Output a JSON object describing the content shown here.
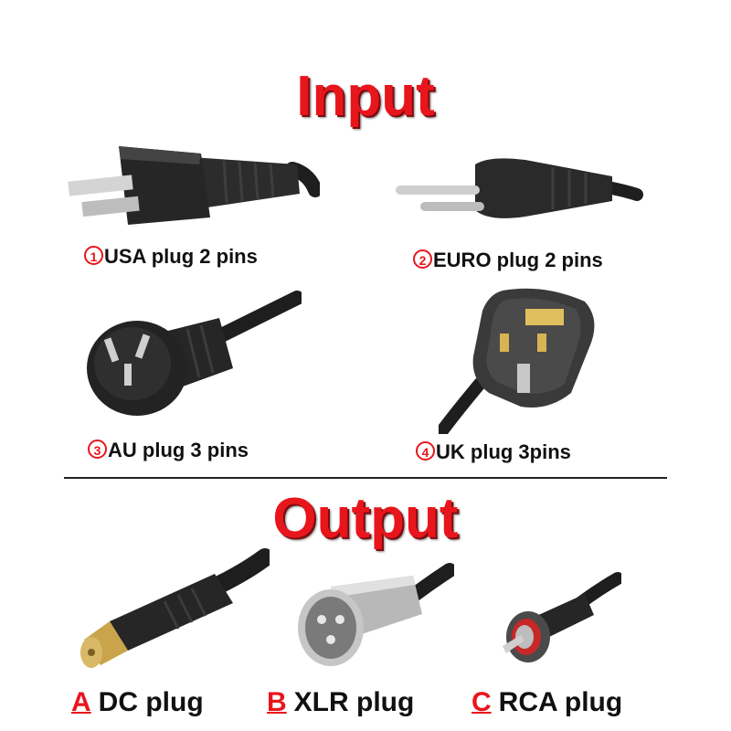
{
  "headings": {
    "input": "Input",
    "output": "Output"
  },
  "input_plugs": [
    {
      "number": "1",
      "label": "USA plug 2 pins"
    },
    {
      "number": "2",
      "label": "EURO plug 2 pins"
    },
    {
      "number": "3",
      "label": "AU plug 3 pins"
    },
    {
      "number": "4",
      "label": "UK plug 3pins"
    }
  ],
  "output_plugs": [
    {
      "letter": "A",
      "label": "DC plug"
    },
    {
      "letter": "B",
      "label": "XLR plug"
    },
    {
      "letter": "C",
      "label": "RCA plug"
    }
  ],
  "colors": {
    "accent": "#e8161c",
    "text": "#111111",
    "plug_body": "#2a2a2a",
    "metal": "#c9c9c9",
    "brass": "#c8a24a"
  }
}
